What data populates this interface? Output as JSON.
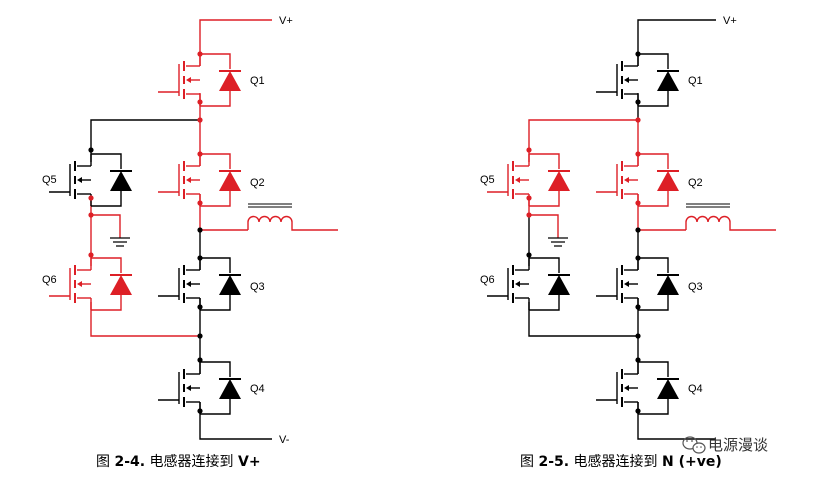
{
  "colors": {
    "active": "#dd1f26",
    "idle": "#000000"
  },
  "left_circuit": {
    "rail_top": "V+",
    "rail_bottom": "V-",
    "fets": {
      "Q1": {
        "label": "Q1",
        "state": "active"
      },
      "Q2": {
        "label": "Q2",
        "state": "active"
      },
      "Q3": {
        "label": "Q3",
        "state": "idle"
      },
      "Q4": {
        "label": "Q4",
        "state": "idle"
      },
      "Q5": {
        "label": "Q5",
        "state": "idle"
      },
      "Q6": {
        "label": "Q6",
        "state": "active"
      }
    },
    "caption_prefix": "图 ",
    "caption_fig": "2-4.",
    "caption_text": " 电感器连接到 ",
    "caption_target": "V+"
  },
  "right_circuit": {
    "rail_top": "V+",
    "fets": {
      "Q1": {
        "label": "Q1",
        "state": "idle"
      },
      "Q2": {
        "label": "Q2",
        "state": "active"
      },
      "Q3": {
        "label": "Q3",
        "state": "idle"
      },
      "Q4": {
        "label": "Q4",
        "state": "idle"
      },
      "Q5": {
        "label": "Q5",
        "state": "active"
      },
      "Q6": {
        "label": "Q6",
        "state": "idle"
      }
    },
    "caption_prefix": "图 ",
    "caption_fig": "2-5.",
    "caption_text": " 电感器连接到 ",
    "caption_target": "N (+ve)"
  },
  "watermark": {
    "icon": "wechat-icon",
    "text": "电源漫谈"
  }
}
